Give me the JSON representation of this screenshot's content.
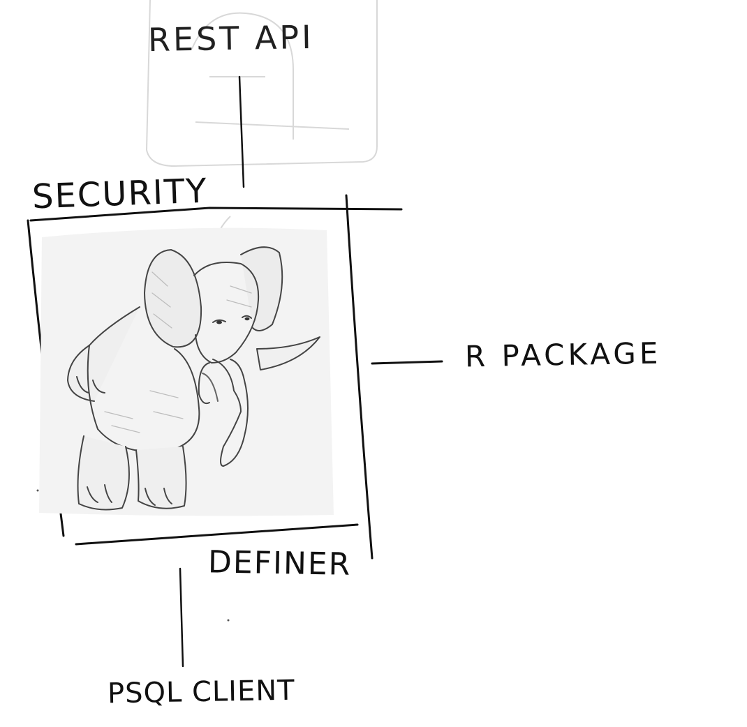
{
  "diagram": {
    "center": {
      "label": "SECURITY",
      "footer_label": "DEFINER",
      "illustration": "elephant-icon"
    },
    "connections": [
      {
        "label": "REST API",
        "side": "top"
      },
      {
        "label": "R PACKAGE",
        "side": "right"
      },
      {
        "label": "PSQL CLIENT",
        "side": "bottom"
      }
    ]
  },
  "colors": {
    "ink": "#111111",
    "pencil": "#555555",
    "paper": "#ffffff"
  }
}
